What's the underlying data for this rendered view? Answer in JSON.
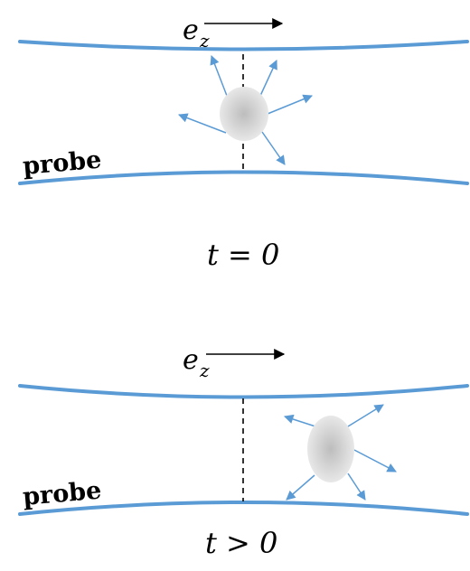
{
  "panels": [
    {
      "axis_label": "e",
      "axis_subscript": "z",
      "probe_label": "probe",
      "time_label": "t = 0"
    },
    {
      "axis_label": "e",
      "axis_subscript": "z",
      "probe_label": "probe",
      "time_label": "t > 0"
    }
  ],
  "colors": {
    "beam": "#5b9bd5",
    "arrows": "#5b9bd5",
    "particle_center": "#c4c4c4",
    "particle_edge": "#e6e6e6"
  }
}
